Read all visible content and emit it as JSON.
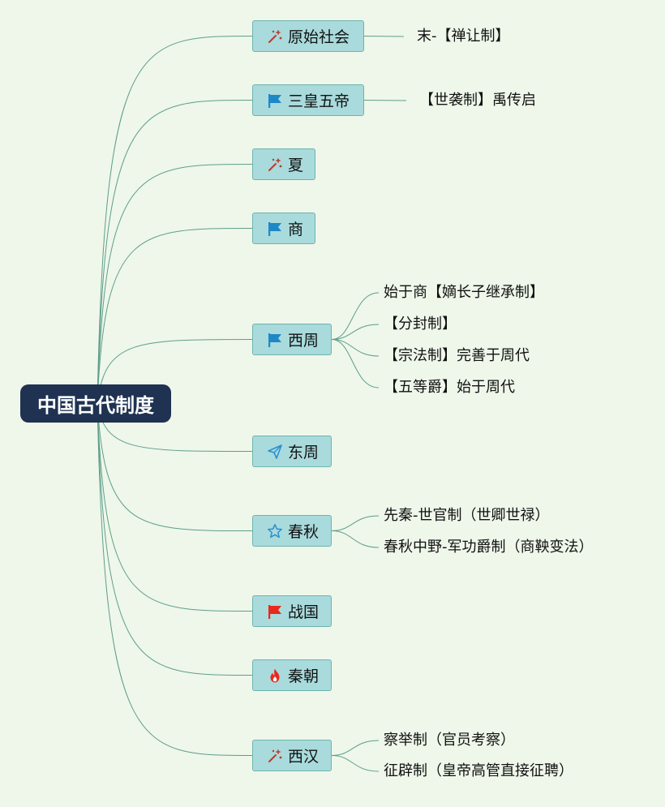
{
  "root": {
    "label": "中国古代制度"
  },
  "branches": [
    {
      "id": "b1",
      "label": "原始社会",
      "icon": "sparkle-icon",
      "leaves": [
        "末-【禅让制】"
      ]
    },
    {
      "id": "b2",
      "label": "三皇五帝",
      "icon": "flag-blue-icon",
      "leaves": [
        "【世袭制】禹传启"
      ]
    },
    {
      "id": "b3",
      "label": "夏",
      "icon": "sparkle-icon",
      "leaves": []
    },
    {
      "id": "b4",
      "label": "商",
      "icon": "flag-blue-icon",
      "leaves": []
    },
    {
      "id": "b5",
      "label": "西周",
      "icon": "flag-blue-icon",
      "leaves": [
        "始于商【嫡长子继承制】",
        "【分封制】",
        "【宗法制】完善于周代",
        "【五等爵】始于周代"
      ]
    },
    {
      "id": "b6",
      "label": "东周",
      "icon": "paper-plane-icon",
      "leaves": []
    },
    {
      "id": "b7",
      "label": "春秋",
      "icon": "star-icon",
      "leaves": [
        "先秦-世官制（世卿世禄）",
        "春秋中野-军功爵制（商鞅变法）"
      ]
    },
    {
      "id": "b8",
      "label": "战国",
      "icon": "flag-red-icon",
      "leaves": []
    },
    {
      "id": "b9",
      "label": "秦朝",
      "icon": "fire-icon",
      "leaves": []
    },
    {
      "id": "b10",
      "label": "西汉",
      "icon": "sparkle-icon",
      "leaves": [
        "察举制（官员考察）",
        "征辟制（皇帝高管直接征聘）"
      ]
    }
  ],
  "colors": {
    "background": "#eef7ea",
    "root_fill": "#1f3251",
    "branch_fill": "#a9dadc",
    "branch_border": "#6fb4ae",
    "connector": "#5f9e8a",
    "flag_blue": "#1e88c7",
    "flag_red": "#e8291c",
    "sparkle": "#c0392b",
    "star": "#2a8fd0",
    "fire": "#e8291c"
  }
}
